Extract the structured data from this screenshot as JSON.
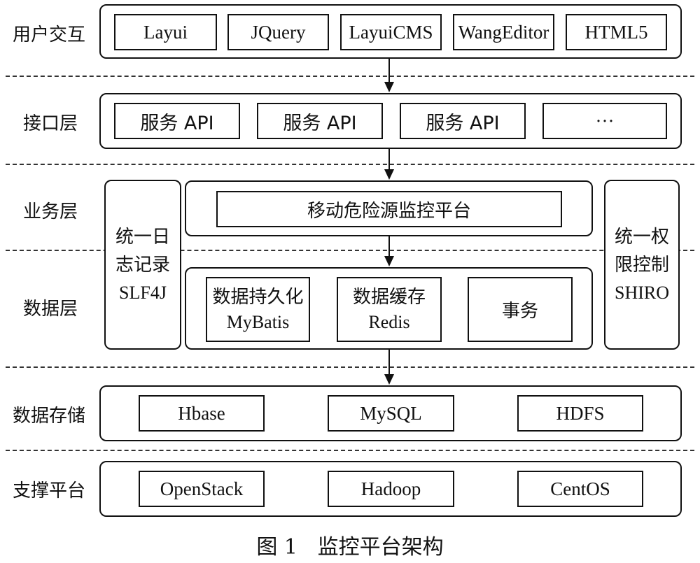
{
  "layers": {
    "interaction": {
      "label": "用户交互",
      "items": [
        "Layui",
        "JQuery",
        "LayuiCMS",
        "WangEditor",
        "HTML5"
      ]
    },
    "interface": {
      "label": "接口层",
      "items": [
        "服务 API",
        "服务 API",
        "服务 API",
        "···"
      ]
    },
    "business": {
      "label": "业务层",
      "platform": "移动危险源监控平台"
    },
    "data": {
      "label": "数据层",
      "items": [
        {
          "line1": "数据持久化",
          "line2": "MyBatis"
        },
        {
          "line1": "数据缓存",
          "line2": "Redis"
        },
        {
          "line1": "事务"
        }
      ]
    },
    "storage": {
      "label": "数据存储",
      "items": [
        "Hbase",
        "MySQL",
        "HDFS"
      ]
    },
    "support": {
      "label": "支撑平台",
      "items": [
        "OpenStack",
        "Hadoop",
        "CentOS"
      ]
    }
  },
  "side_left": {
    "line1": "统一日",
    "line2": "志记录",
    "line3": "SLF4J"
  },
  "side_right": {
    "line1": "统一权",
    "line2": "限控制",
    "line3": "SHIRO"
  },
  "caption": "图 1   监控平台架构"
}
